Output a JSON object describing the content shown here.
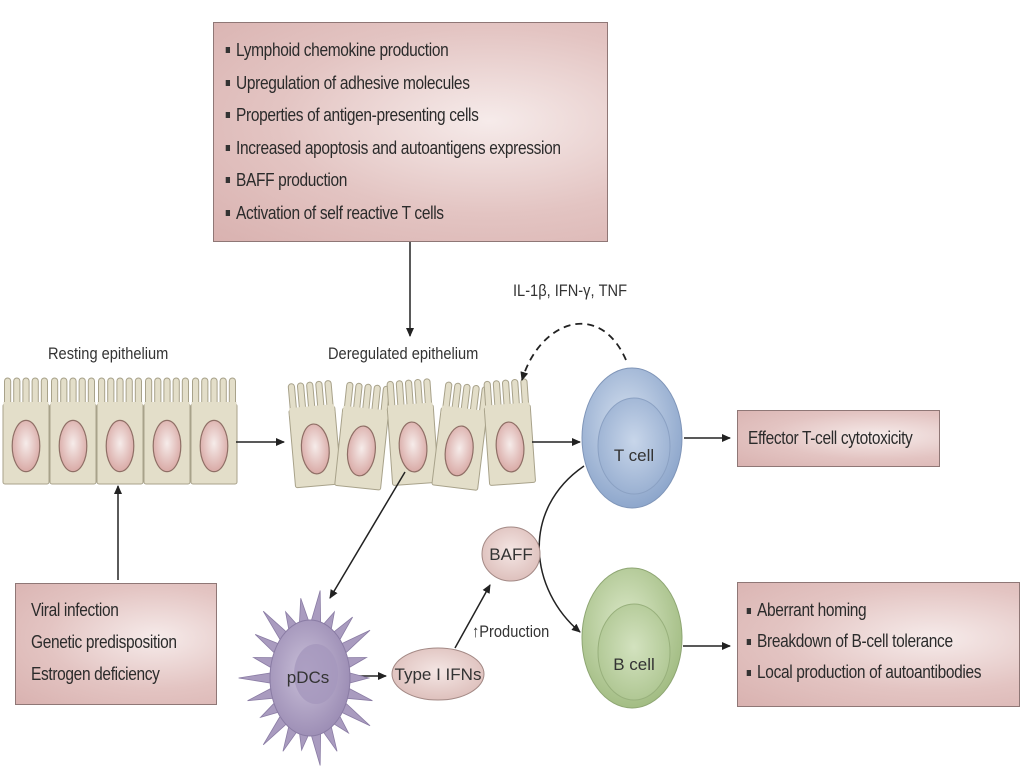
{
  "top_box": {
    "items": [
      "Lymphoid chemokine production",
      "Upregulation of adhesive molecules",
      "Properties of antigen-presenting cells",
      "Increased apoptosis and autoantigens expression",
      "BAFF production",
      "Activation of self reactive T cells"
    ]
  },
  "labels": {
    "resting": "Resting epithelium",
    "deregulated": "Deregulated epithelium",
    "cytokines": "IL-1β, IFN-γ, TNF",
    "production": "↑Production"
  },
  "cells": {
    "t_cell": "T cell",
    "b_cell": "B cell",
    "pdcs": "pDCs",
    "type1_ifns": "Type I IFNs",
    "baff": "BAFF"
  },
  "effector_box": {
    "text": "Effector T-cell cytotoxicity"
  },
  "b_outcome_box": {
    "items": [
      "Aberrant homing",
      "Breakdown of B-cell tolerance",
      "Local production of autoantibodies"
    ]
  },
  "triggers_box": {
    "items": [
      "Viral infection",
      "Genetic predisposition",
      "Estrogen deficiency"
    ]
  },
  "colors": {
    "box_fill": "#e3c4c2",
    "epithelium": "#e2ddc8",
    "nucleus": "#e6c4c0",
    "t_cell": "#a9bcd8",
    "b_cell": "#b7cc9c",
    "pdc": "#b3a7c6",
    "oval": "#e8cfcc"
  }
}
